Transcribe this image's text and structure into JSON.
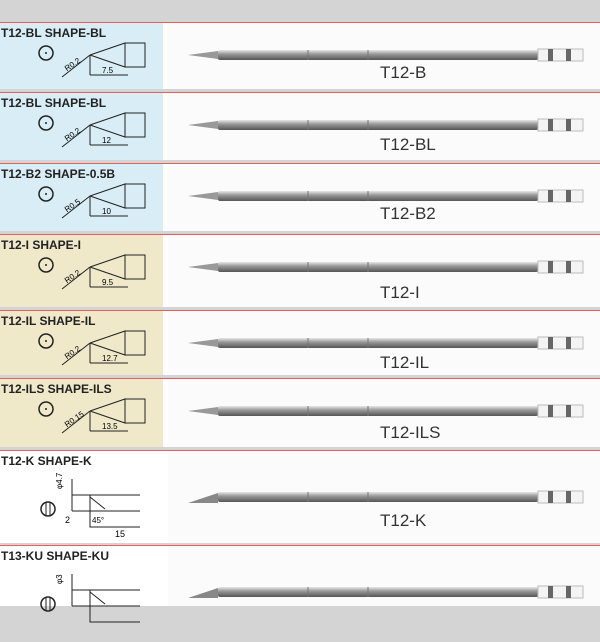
{
  "rows": [
    {
      "title": "T12-BL  SHAPE-BL",
      "radius": "R0.2",
      "length": "7.5",
      "label": "T12-B",
      "panel": "blue",
      "tip": "conical"
    },
    {
      "title": "T12-BL  SHAPE-BL",
      "radius": "R0.2",
      "length": "12",
      "label": "T12-BL",
      "panel": "blue",
      "tip": "conical"
    },
    {
      "title": "T12-B2  SHAPE-0.5B",
      "radius": "R0.5",
      "length": "10",
      "label": "T12-B2",
      "panel": "blue",
      "tip": "conical"
    },
    {
      "title": "T12-I  SHAPE-I",
      "radius": "R0.2",
      "length": "9.5",
      "label": "T12-I",
      "panel": "yellow",
      "tip": "conical"
    },
    {
      "title": "T12-IL  SHAPE-IL",
      "radius": "R0.2",
      "length": "12.7",
      "label": "T12-IL",
      "panel": "yellow",
      "tip": "conical"
    },
    {
      "title": "T12-ILS  SHAPE-ILS",
      "radius": "R0.15",
      "length": "13.5",
      "label": "T12-ILS",
      "panel": "yellow",
      "tip": "conical"
    },
    {
      "title": "T12-K  SHAPE-K",
      "radius": "φ4.7",
      "length": "15",
      "label": "T12-K",
      "panel": "white",
      "tip": "knife",
      "angle": "45°",
      "width": "2"
    },
    {
      "title": "T13-KU  SHAPE-KU",
      "radius": "φ3",
      "length": "",
      "label": "",
      "panel": "white",
      "tip": "knife"
    }
  ]
}
